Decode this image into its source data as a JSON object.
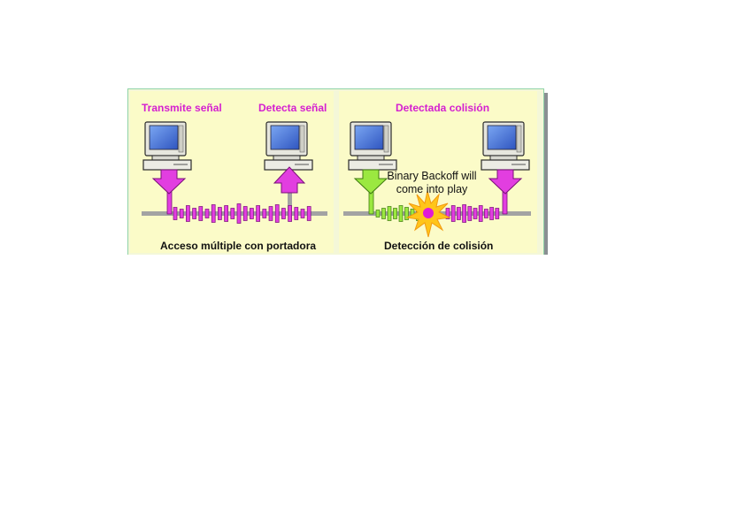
{
  "panel_left": {
    "label_sender": "Transmite señal",
    "label_receiver": "Detecta señal",
    "caption": "Acceso múltiple con portadora"
  },
  "panel_right": {
    "title": "Detectada colisión",
    "annotation_line1": "Binary Backoff will",
    "annotation_line2": "come into play",
    "caption": "Detección de colisión"
  },
  "colors": {
    "panel_bg": "#fbfbc8",
    "panel_border": "#8fd3a8",
    "signal_pink": "#e23ee0",
    "signal_green": "#9be840",
    "burst_yellow": "#ffc51a",
    "burst_center": "#e01ad8",
    "monitor_screen": "#4a78d8",
    "case_beige": "#e8e8e0",
    "cable_gray": "#a3a3a3"
  },
  "icons": [
    "computer-icon",
    "arrow-down-icon",
    "arrow-up-icon",
    "collision-burst-icon"
  ]
}
